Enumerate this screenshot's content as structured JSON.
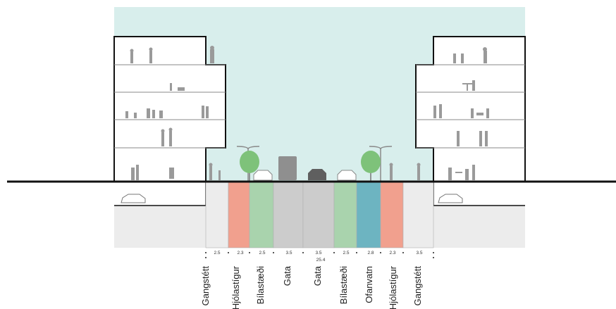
{
  "section": {
    "colors": {
      "sky": "#d8eeec",
      "walk": "#ececec",
      "bike": "#f1a08e",
      "parking": "#a9d3ad",
      "road": "#cccccc",
      "water": "#6db4c1",
      "ground": "#ececec",
      "tree": "#7ec27a"
    },
    "lanes": [
      {
        "label": "Gangstétt",
        "width": "2.5",
        "kind": "walk"
      },
      {
        "label": "Hjólastígur",
        "width": "2.3",
        "kind": "bike"
      },
      {
        "label": "Bílastæði",
        "width": "2.5",
        "kind": "parking"
      },
      {
        "label": "Gata",
        "width": "3.5",
        "kind": "road"
      },
      {
        "label": "Gata",
        "width": "3.5",
        "kind": "road"
      },
      {
        "label": "Bílastæði",
        "width": "2.5",
        "kind": "parking"
      },
      {
        "label": "Ofanvatn",
        "width": "2.8",
        "kind": "water"
      },
      {
        "label": "Hjólastígur",
        "width": "2.3",
        "kind": "bike"
      },
      {
        "label": "Gangstétt",
        "width": "3.5",
        "kind": "walk"
      }
    ],
    "total_width": "25.4"
  }
}
